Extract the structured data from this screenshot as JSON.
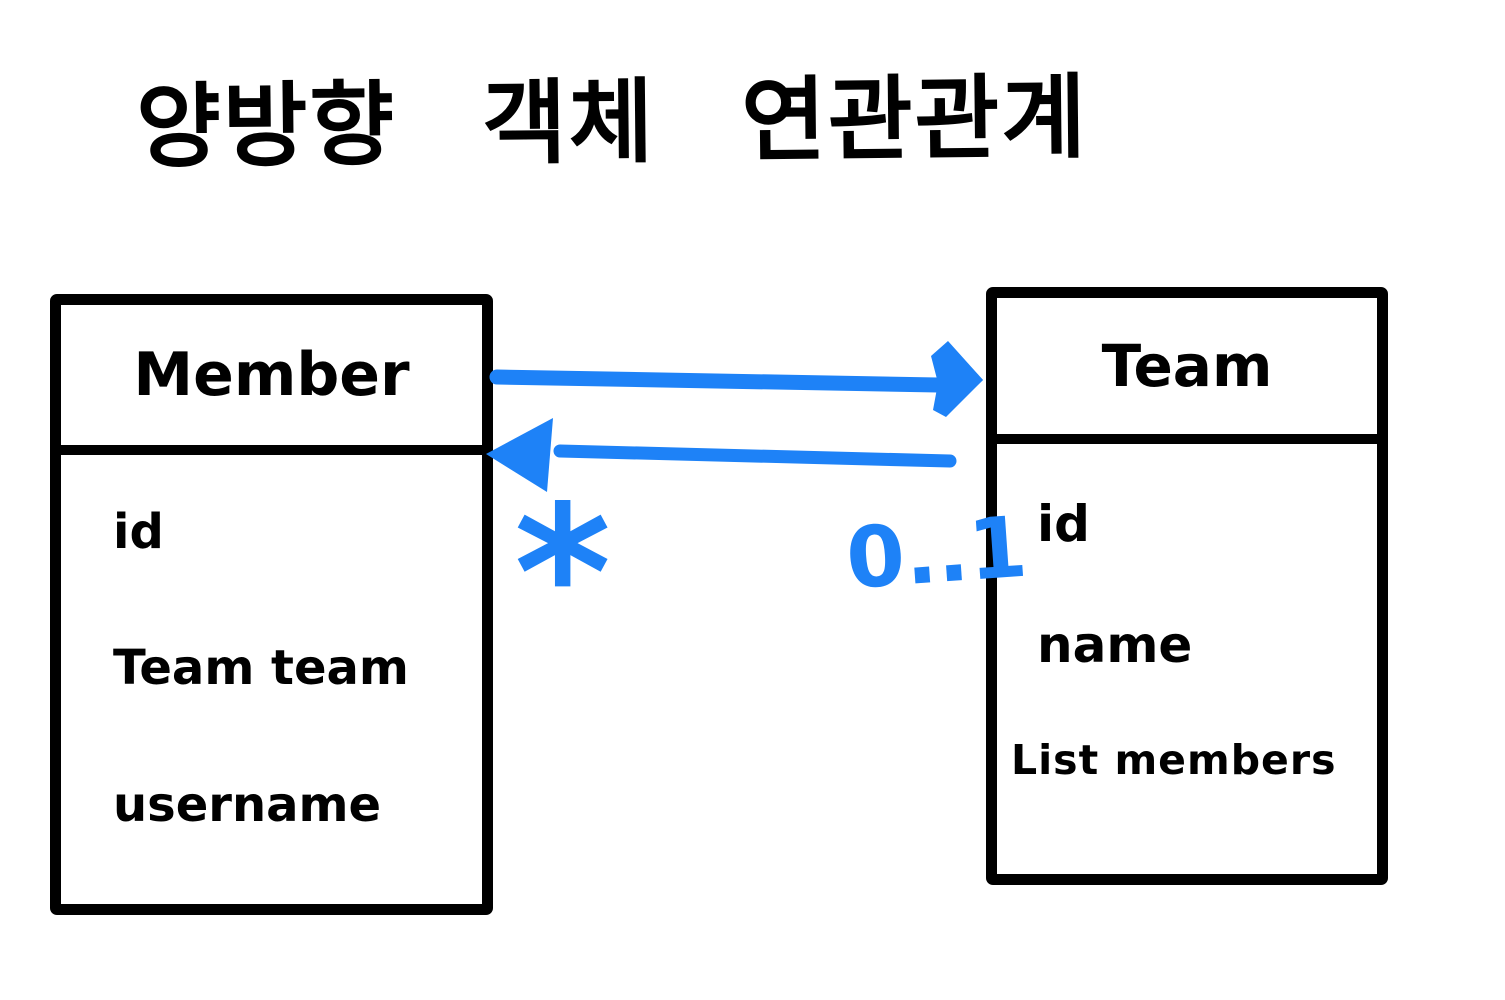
{
  "title": "양방향 객체 연관관계",
  "colors": {
    "ink": "#000000",
    "accent": "#1e82f7",
    "background": "#ffffff"
  },
  "member_class": {
    "name": "Member",
    "fields": [
      "id",
      "Team team",
      "username"
    ]
  },
  "team_class": {
    "name": "Team",
    "fields": [
      "id",
      "name",
      "List members"
    ]
  },
  "association": {
    "direction": "bidirectional",
    "member_end_label": "*",
    "team_end_label": "0..1"
  }
}
